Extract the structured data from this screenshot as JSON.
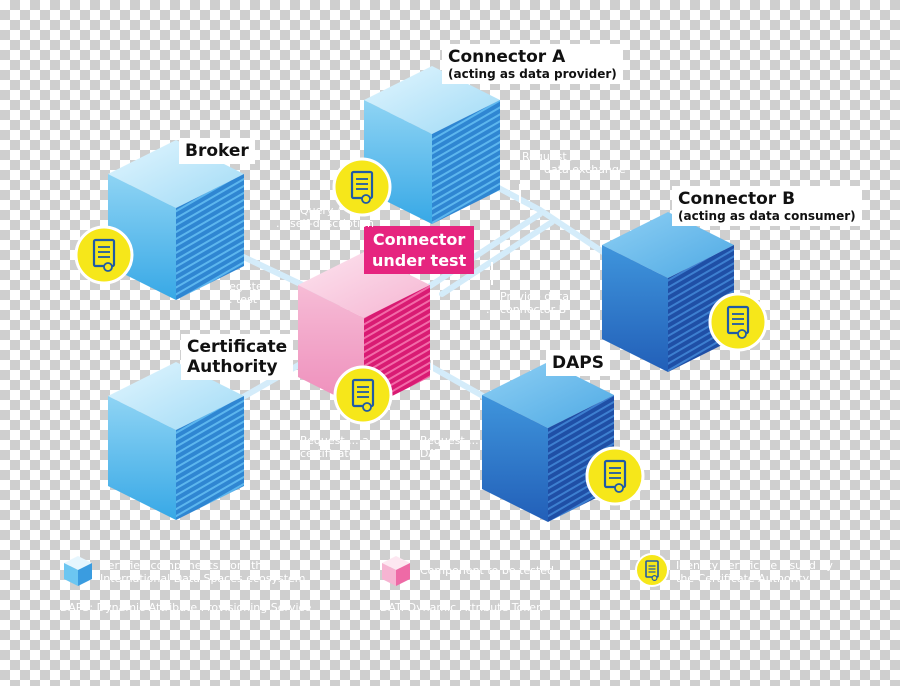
{
  "nodes": {
    "connector_a": {
      "title": "Connector A",
      "subtitle": "(acting as data provider)"
    },
    "connector_b": {
      "title": "Connector B",
      "subtitle": "(acting as data consumer)"
    },
    "broker": {
      "title": "Broker"
    },
    "certificate_authority": {
      "title_line1": "Certificate",
      "title_line2": "Authority"
    },
    "daps": {
      "title": "DAPS"
    },
    "connector_under_test": {
      "title_line1": "Connector",
      "title_line2": "under test"
    }
  },
  "faint_labels": {
    "a_request": "Request /",
    "a_exchange": "... data exchange",
    "broker_query": "Query /",
    "broker_register": "... self-description",
    "broker_reg": "Register",
    "broker_reg2": "... test",
    "b_provide": "Provide data",
    "b_consumer": "... connector B",
    "ca_request": "Request ... a",
    "ca_certificate": "certificate",
    "daps_request": "Request ...",
    "daps_token": "DAT"
  },
  "legend": {
    "item1_line1": "Certified components from the",
    "item1_line2": "International Data Spaces ecosystem",
    "item2": "Component to be tested",
    "item3_line1": "Identity certificate issued by",
    "item3_line2": "the Certificate Authority",
    "footnote1": "DAPS: Dynamic Attribute Provisioning Service",
    "footnote2": "DAT: Dynamic Attribute Token"
  },
  "colors": {
    "blue_light": "#bfe8fb",
    "blue_mid": "#5ec4ef",
    "blue_dark": "#2b6fc4",
    "pink": "#e6247f",
    "pink_light": "#f7c6dc",
    "badge_yellow": "#f6e71a",
    "badge_ring": "#ffffff",
    "link": "#cde9f8"
  }
}
